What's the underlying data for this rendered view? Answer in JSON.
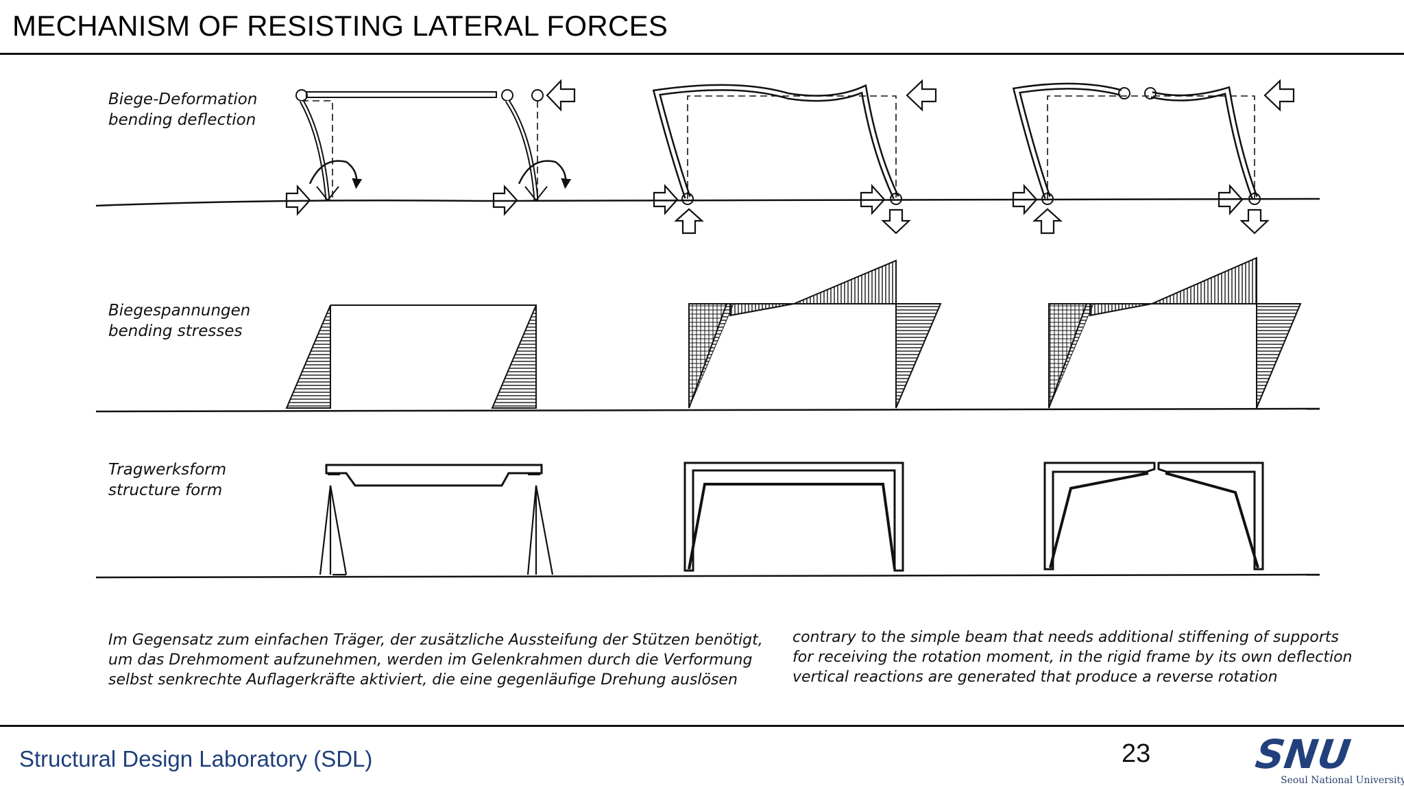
{
  "page": {
    "title": "MECHANISM OF RESISTING LATERAL FORCES",
    "page_number": "23",
    "footer": "Structural Design Laboratory (SDL)",
    "logo_text": "SNU",
    "logo_subtext": "Seoul National University",
    "accent_color": "#1e3f7a"
  },
  "labels": {
    "row1_de": "Biege-Deformation",
    "row1_en": "bending deflection",
    "row2_de": "Biegespannungen",
    "row2_en": "bending stresses",
    "row3_de": "Tragwerksform",
    "row3_en": "structure form"
  },
  "captions": {
    "german": [
      "Im Gegensatz zum einfachen Träger, der zusätzliche Aussteifung der Stützen benötigt,",
      "um das Drehmoment aufzunehmen, werden im Gelenkrahmen durch die Verformung",
      "selbst senkrechte Auflagerkräfte aktiviert, die eine gegenläufige Drehung auslösen"
    ],
    "english": [
      "contrary to the simple beam that needs additional stiffening of supports",
      "for receiving the rotation moment, in the rigid frame by its own deflection",
      "vertical reactions are generated that produce a reverse rotation"
    ]
  }
}
